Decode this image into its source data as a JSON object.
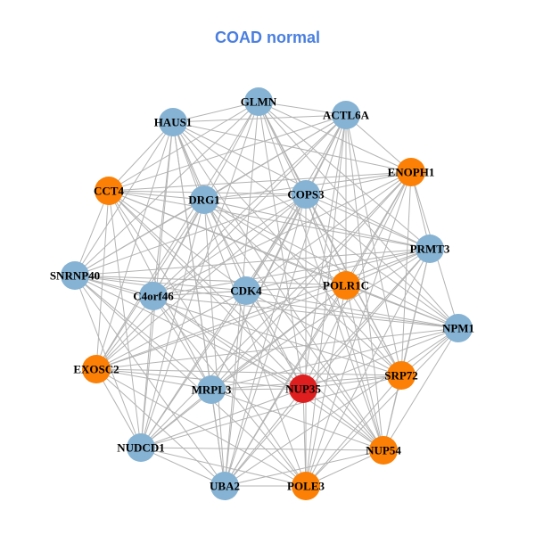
{
  "title": "COAD normal",
  "colors": {
    "title": "#4a7fe0",
    "edge": "#b3b3b3",
    "blue": "#86b3d3",
    "orange": "#fb8005",
    "red": "#df1f1f"
  },
  "nodes": [
    {
      "id": "GLMN",
      "label": "GLMN",
      "color": "blue"
    },
    {
      "id": "HAUS1",
      "label": "HAUS1",
      "color": "blue"
    },
    {
      "id": "ACTL6A",
      "label": "ACTL6A",
      "color": "blue"
    },
    {
      "id": "ENOPH1",
      "label": "ENOPH1",
      "color": "orange"
    },
    {
      "id": "CCT4",
      "label": "CCT4",
      "color": "orange"
    },
    {
      "id": "DRG1",
      "label": "DRG1",
      "color": "blue"
    },
    {
      "id": "COPS3",
      "label": "COPS3",
      "color": "blue"
    },
    {
      "id": "PRMT3",
      "label": "PRMT3",
      "color": "blue"
    },
    {
      "id": "SNRNP40",
      "label": "SNRNP40",
      "color": "blue"
    },
    {
      "id": "C4orf46",
      "label": "C4orf46",
      "color": "blue"
    },
    {
      "id": "CDK4",
      "label": "CDK4",
      "color": "blue"
    },
    {
      "id": "POLR1C",
      "label": "POLR1C",
      "color": "orange"
    },
    {
      "id": "NPM1",
      "label": "NPM1",
      "color": "blue"
    },
    {
      "id": "EXOSC2",
      "label": "EXOSC2",
      "color": "orange"
    },
    {
      "id": "SRP72",
      "label": "SRP72",
      "color": "orange"
    },
    {
      "id": "MRPL3",
      "label": "MRPL3",
      "color": "blue"
    },
    {
      "id": "NUP35",
      "label": "NUP35",
      "color": "red"
    },
    {
      "id": "NUDCD1",
      "label": "NUDCD1",
      "color": "blue"
    },
    {
      "id": "NUP54",
      "label": "NUP54",
      "color": "orange"
    },
    {
      "id": "UBA2",
      "label": "UBA2",
      "color": "blue"
    },
    {
      "id": "POLE3",
      "label": "POLE3",
      "color": "orange"
    }
  ]
}
